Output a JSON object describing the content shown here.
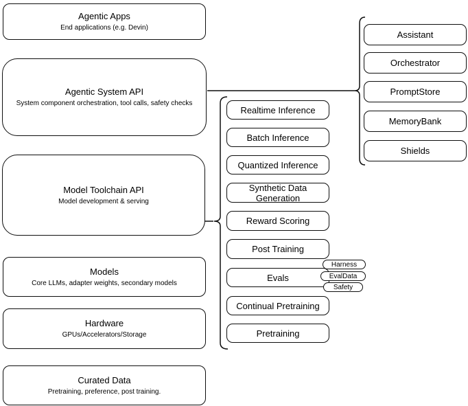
{
  "diagram": {
    "left_stack": [
      {
        "title": "Agentic Apps",
        "subtitle": "End applications (e.g. Devin)"
      },
      {
        "title": "Agentic System API",
        "subtitle": "System component orchestration, tool calls, safety checks"
      },
      {
        "title": "Model Toolchain API",
        "subtitle": "Model development & serving"
      },
      {
        "title": "Models",
        "subtitle": "Core LLMs, adapter weights, secondary models"
      },
      {
        "title": "Hardware",
        "subtitle": "GPUs/Accelerators/Storage"
      },
      {
        "title": "Curated Data",
        "subtitle": "Pretraining, preference, post training."
      }
    ],
    "toolchain_items": [
      "Realtime Inference",
      "Batch Inference",
      "Quantized Inference",
      "Synthetic Data Generation",
      "Reward Scoring",
      "Post Training",
      "Evals",
      "Continual Pretraining",
      "Pretraining"
    ],
    "eval_tags": [
      "Harness",
      "EvalData",
      "Safety"
    ],
    "system_components": [
      "Assistant",
      "Orchestrator",
      "PromptStore",
      "MemoryBank",
      "Shields"
    ],
    "colors": {
      "border": "#0d0d0d",
      "background": "#ffffff"
    }
  }
}
